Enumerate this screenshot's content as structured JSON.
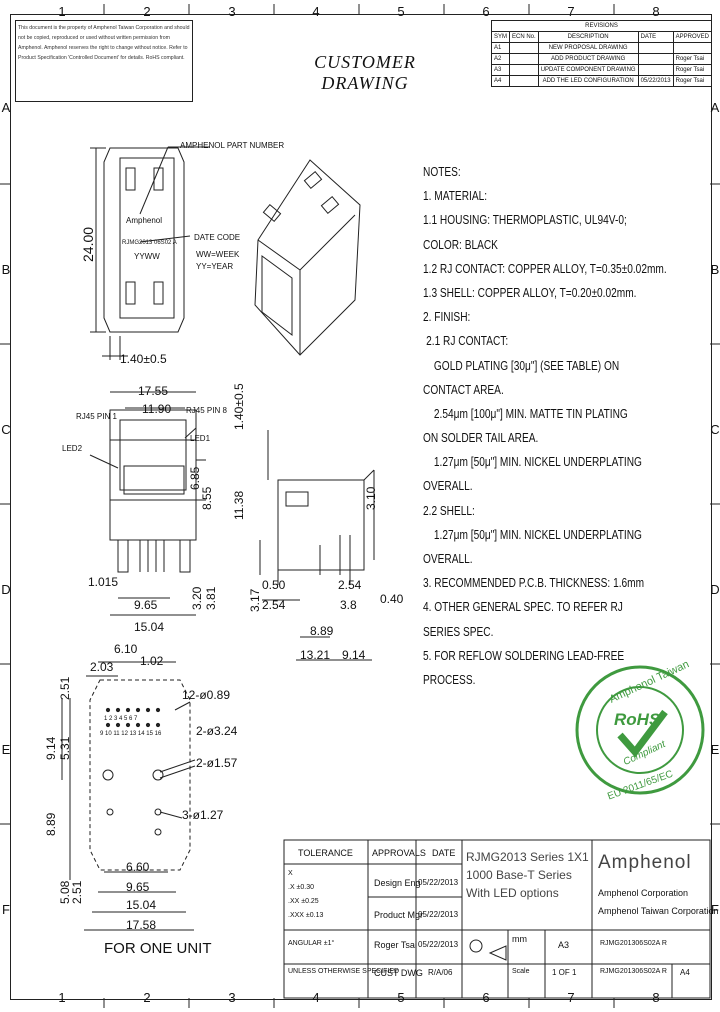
{
  "grid": {
    "columns": [
      "1",
      "2",
      "3",
      "4",
      "5",
      "6",
      "7",
      "8"
    ],
    "rows": [
      "A",
      "B",
      "C",
      "D",
      "E",
      "F"
    ]
  },
  "notice": "This document is the property of Amphenol Taiwan Corporation and should not be copied, reproduced or used without written permission from Amphenol. Amphenol reserves the right to change without notice. Refer to Product Specification 'Controlled Document' for details. RoHS compliant.",
  "title": "CUSTOMER DRAWING",
  "revisions": {
    "header": "REVISIONS",
    "columns": [
      "SYM",
      "ECN No.",
      "DESCRIPTION",
      "DATE",
      "APPROVED"
    ],
    "rows": [
      [
        "A1",
        "",
        "NEW PROPOSAL DRAWING",
        "",
        ""
      ],
      [
        "A2",
        "",
        "ADD PRODUCT DRAWING",
        "",
        "Roger Tsai"
      ],
      [
        "A3",
        "",
        "UPDATE COMPONENT DRAWING",
        "",
        "Roger Tsai"
      ],
      [
        "A4",
        "",
        "ADD THE LED CONFIGURATION",
        "05/22/2013",
        "Roger Tsai"
      ]
    ]
  },
  "notes": [
    "NOTES:",
    "1. MATERIAL:",
    "1.1 HOUSING: THERMOPLASTIC, UL94V-0;",
    "COLOR: BLACK",
    "1.2 RJ CONTACT: COPPER ALLOY, T=0.35±0.02mm.",
    "1.3 SHELL: COPPER ALLOY, T=0.20±0.02mm.",
    "2. FINISH:",
    "2.1 RJ CONTACT:",
    "GOLD PLATING [30μ\"] (SEE TABLE) ON",
    "CONTACT AREA.",
    "2.54μm [100μ\"] MIN. MATTE TIN PLATING",
    "ON SOLDER TAIL AREA.",
    "1.27μm [50μ\"] MIN. NICKEL UNDERPLATING",
    "OVERALL.",
    "2.2 SHELL:",
    "1.27μm [50μ\"] MIN. NICKEL UNDERPLATING",
    "OVERALL.",
    "3. RECOMMENDED P.C.B. THICKNESS: 1.6mm",
    "4. OTHER GENERAL SPEC. TO REFER RJ",
    "SERIES SPEC.",
    "5. FOR REFLOW SOLDERING LEAD-FREE",
    "PROCESS."
  ],
  "callouts": {
    "part_number": "AMPHENOL PART NUMBER",
    "date_code": "DATE CODE",
    "ww_week": "WW=WEEK",
    "yy_year": "YY=YEAR",
    "brand_on_part": "Amphenol",
    "part_on_part": "RJMG2013 06S02 A",
    "yyww_on_part": "YYWW",
    "led2": "LED2",
    "led1": "LED1",
    "rj_pin1": "RJ45 PIN 1",
    "rj_pin8": "RJ45 PIN 8",
    "for_one_unit": "FOR ONE UNIT",
    "pin_numbers_top": "1 2 3 4 5 6 7",
    "pin_numbers_bottom": "9 10 11 12 13 14 15 16"
  },
  "dimensions": {
    "d24_00": "24.00",
    "d1_40": "1.40±0.5",
    "d17_55": "17.55",
    "d11_90": "11.90",
    "d6_85": "6.85",
    "d8_55": "8.55",
    "d1_015": "1.015",
    "d9_65": "9.65",
    "d15_04": "15.04",
    "d3_20": "3.20",
    "d3_81": "3.81",
    "d1_40_05": "1.40±0.5",
    "d11_38": "11.38",
    "d3_10": "3.10",
    "d3_17": "3.17",
    "d0_50": "0.50",
    "d2_54a": "2.54",
    "d2_54b": "2.54",
    "d3_8": "3.8",
    "d0_40": "0.40",
    "d8_89a": "8.89",
    "d13_21": "13.21",
    "d9_14": "9.14",
    "d6_10": "6.10",
    "d2_03": "2.03",
    "d1_02": "1.02",
    "d2_51": "2.51",
    "d9_14v": "9.14",
    "d5_31": "5.31",
    "h1": "12-ø0.89",
    "h2": "2-ø3.24",
    "h3": "2-ø1.57",
    "h4": "3-ø1.27",
    "d8_89v": "8.89",
    "d5_08": "5.08",
    "d2_51b": "2.51",
    "d6_60": "6.60",
    "d9_65b": "9.65",
    "d15_04b": "15.04",
    "d17_58": "17.58"
  },
  "rohs": {
    "top": "Amphenol Taiwan",
    "middle": "RoHS",
    "compliant": "Compliant",
    "bottom": "EU 2011/65/EC"
  },
  "title_block": {
    "tolerance_header": "TOLERANCE",
    "tolerance_lines": [
      "X",
      ".X   ±0.30",
      ".XX  ±0.25",
      ".XXX ±0.13"
    ],
    "angular": "ANGULAR ±1°",
    "approvals_header": "APPROVALS",
    "date_header": "DATE",
    "approvals": [
      {
        "role": "Design Eng",
        "date": "05/22/2013"
      },
      {
        "role": "Product Mgr",
        "date": "05/22/2013"
      },
      {
        "role": "Roger Tsai",
        "date": "05/22/2013"
      },
      {
        "role": "CUST DWG",
        "date": "R/A/06"
      }
    ],
    "unless": "UNLESS OTHERWISE SPECIFIED",
    "description_lines": [
      "RJMG2013 Series 1X1",
      "1000 Base-T Series",
      "With LED options"
    ],
    "company_logo": "Amphenol",
    "company_lines": [
      "Amphenol Corporation",
      "Amphenol Taiwan Corporation"
    ],
    "units": "mm",
    "size": "A3",
    "part_number": "RJMG201306S02A R",
    "scale_label": "Scale",
    "sheet": "1 OF 1",
    "part_number2": "RJMG201306S02A R",
    "rev": "A4"
  }
}
